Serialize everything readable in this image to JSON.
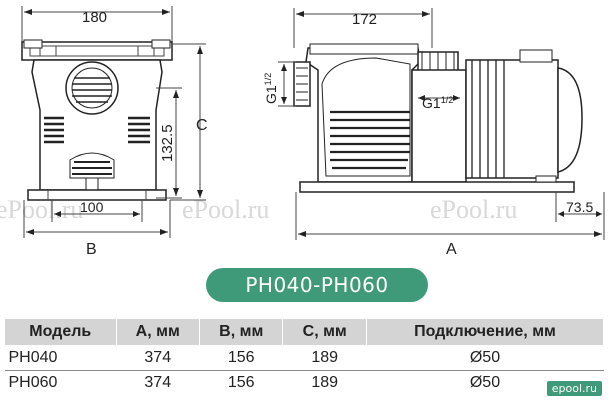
{
  "dimensions": {
    "front_width": "180",
    "front_base": "100",
    "front_height_inner": "132.5",
    "label_b": "B",
    "label_c": "C",
    "side_top": "172",
    "side_inlet": "G1",
    "side_inlet_frac": "1/2",
    "side_outlet": "G1",
    "side_outlet_frac": "1/2",
    "side_right": "73.5",
    "label_a": "A"
  },
  "watermarks": [
    "ePool.ru",
    "ePool.ru",
    "ePool.ru"
  ],
  "model_badge": "PH040-PH060",
  "table": {
    "headers": [
      "Модель",
      "A, мм",
      "B, мм",
      "C, мм",
      "Подключение, мм"
    ],
    "rows": [
      [
        "PH040",
        "374",
        "156",
        "189",
        "Ø50"
      ],
      [
        "PH060",
        "374",
        "156",
        "189",
        "Ø50"
      ]
    ]
  },
  "logo": "epool.ru",
  "colors": {
    "badge": "#3f9a7a",
    "header_bg": "#d4d4d4"
  }
}
